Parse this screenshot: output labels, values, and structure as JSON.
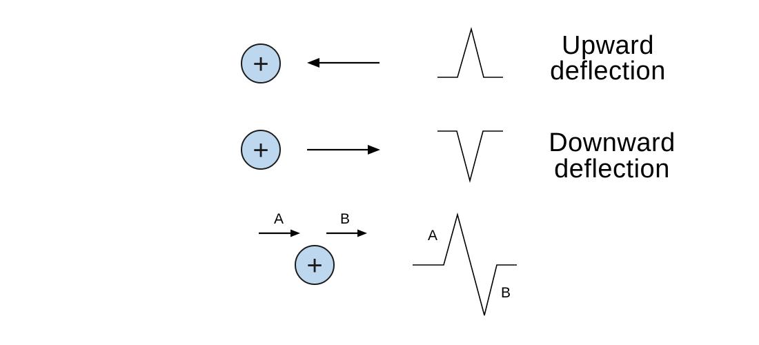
{
  "colors": {
    "background": "#ffffff",
    "electrode_fill": "#bdd7ee",
    "electrode_stroke": "#1c1c1c",
    "line_color": "#000000",
    "text_color": "#000000"
  },
  "upward_row": {
    "electrode_symbol": "+",
    "label_line1": "Upward",
    "label_line2": "deflection"
  },
  "downward_row": {
    "electrode_symbol": "+",
    "label_line1": "Downward",
    "label_line2": "deflection"
  },
  "biphasic_row": {
    "electrode_symbol": "+",
    "arrow_a_label": "A",
    "arrow_b_label": "B",
    "wave_phase_a_label": "A",
    "wave_phase_b_label": "B"
  }
}
